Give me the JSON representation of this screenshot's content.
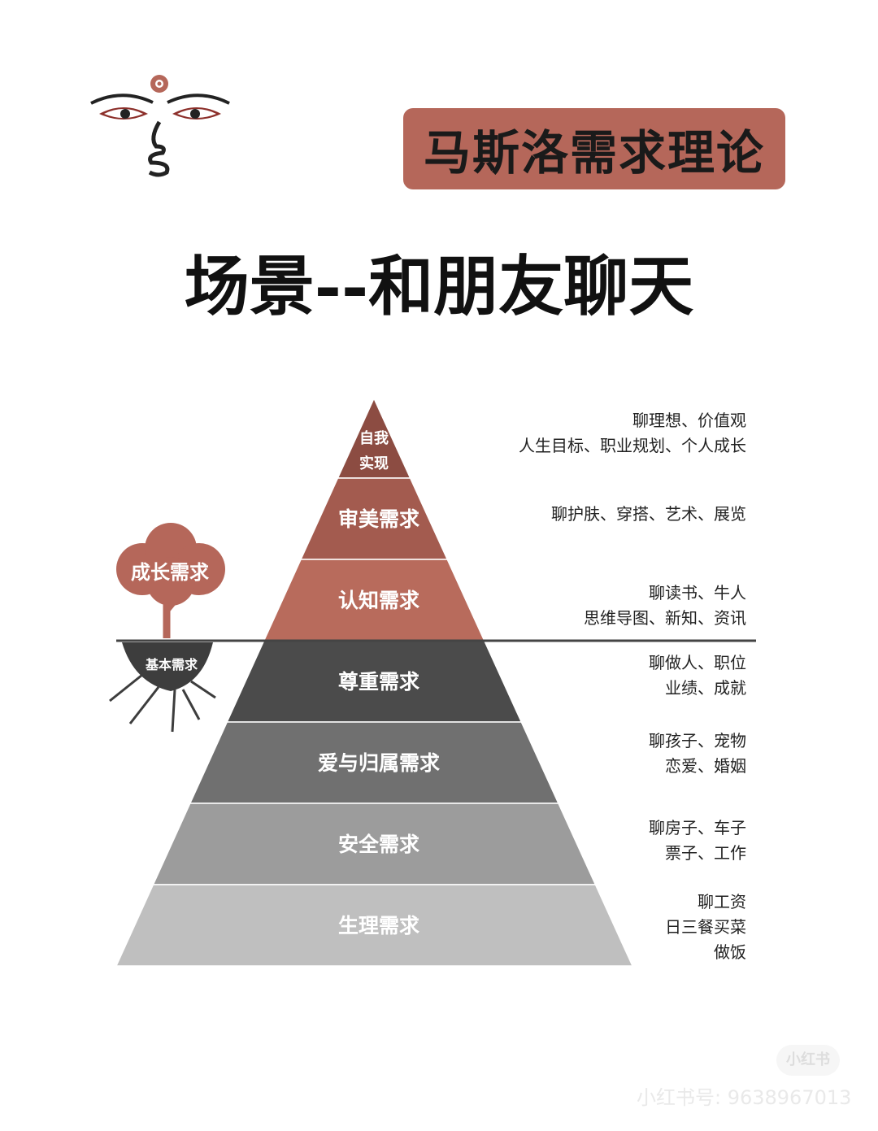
{
  "header": {
    "title": "马斯洛需求理论",
    "subtitle": "场景--和朋友聊天"
  },
  "colors": {
    "accent": "#b5675a",
    "tiers": [
      "#8c4c42",
      "#a35b4f",
      "#b86b5c",
      "#4b4b4b",
      "#707070",
      "#9c9c9c",
      "#bfbfbf"
    ]
  },
  "side_labels": {
    "growth": "成长需求",
    "basic": "基本需求"
  },
  "pyramid": [
    {
      "label": "自我实现",
      "label_lines": [
        "自我",
        "实现"
      ],
      "desc": [
        "聊理想、价值观",
        "人生目标、职业规划、个人成长"
      ]
    },
    {
      "label": "审美需求",
      "desc": [
        "聊护肤、穿搭、艺术、展览"
      ]
    },
    {
      "label": "认知需求",
      "desc": [
        "聊读书、牛人",
        "思维导图、新知、资讯"
      ]
    },
    {
      "label": "尊重需求",
      "desc": [
        "聊做人、职位",
        "业绩、成就"
      ]
    },
    {
      "label": "爱与归属需求",
      "desc": [
        "聊孩子、宠物",
        "恋爱、婚姻"
      ]
    },
    {
      "label": "安全需求",
      "desc": [
        "聊房子、车子",
        "票子、工作"
      ]
    },
    {
      "label": "生理需求",
      "desc": [
        "聊工资",
        "日三餐买菜",
        "做饭"
      ]
    }
  ],
  "watermark": {
    "badge": "小红书",
    "id_text": "小红书号: 9638967013"
  }
}
